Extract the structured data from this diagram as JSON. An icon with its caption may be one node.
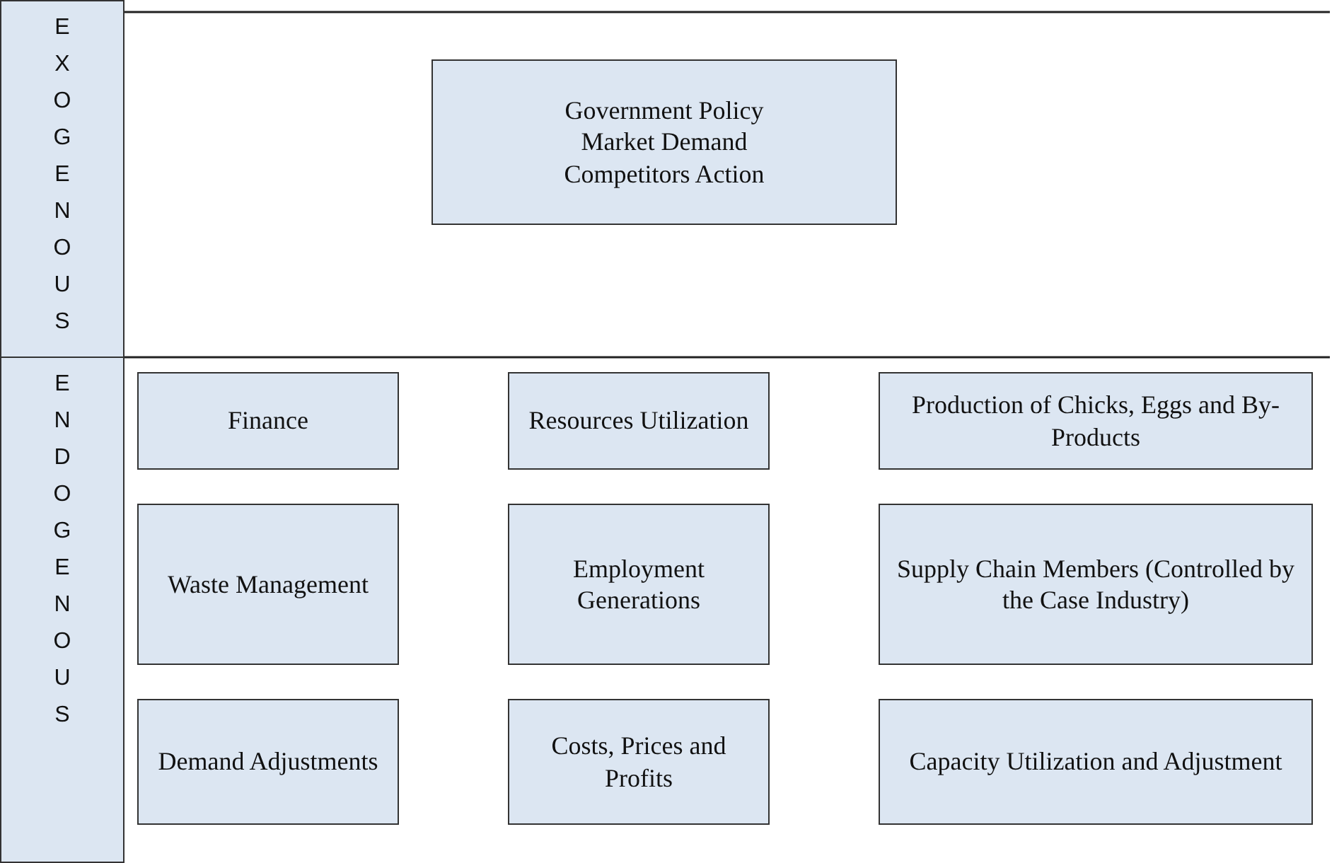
{
  "diagram": {
    "nodes": [
      {
        "text": [
          "EXOGENOUS"
        ]
      },
      {
        "text": [
          "Government Policy",
          "Market Demand",
          "Competitors Action"
        ]
      },
      {
        "text": [
          "ENDOGENOUS"
        ]
      },
      {
        "text": [
          "Finance"
        ]
      },
      {
        "text": [
          "Resources Utilization"
        ]
      },
      {
        "text": [
          "Production of Chicks, Eggs and By-Products"
        ]
      },
      {
        "text": [
          "Waste Management"
        ]
      },
      {
        "text": [
          "Employment Generations"
        ]
      },
      {
        "text": [
          "Supply Chain Members (Controlled by the Case Industry)"
        ]
      },
      {
        "text": [
          "Demand Adjustments"
        ]
      },
      {
        "text": [
          "Costs, Prices and Profits"
        ]
      },
      {
        "text": [
          "Capacity Utilization and Adjustment"
        ]
      }
    ]
  }
}
